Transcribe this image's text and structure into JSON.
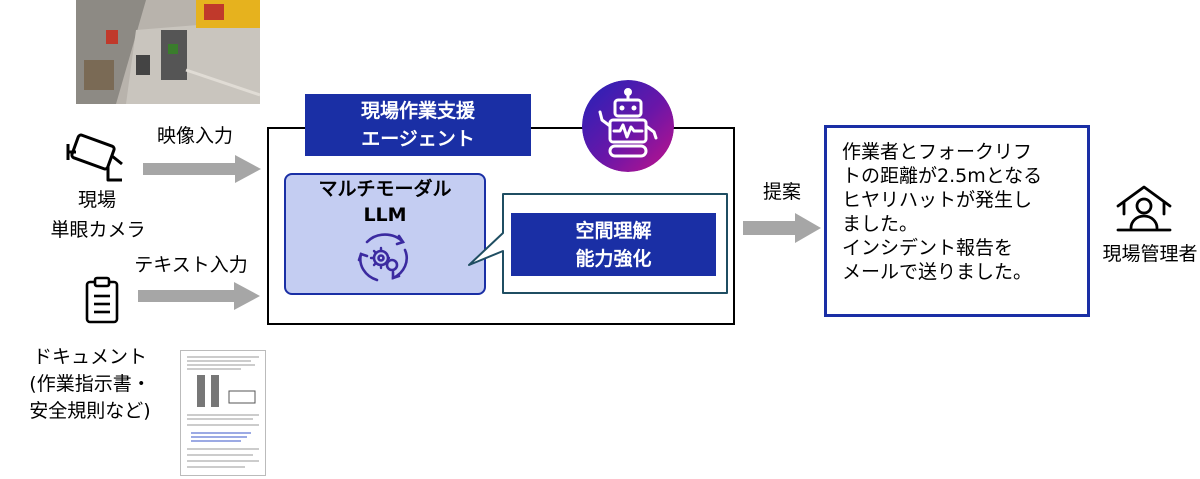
{
  "inputs": {
    "camera_label_line1": "現場",
    "camera_label_line2": "単眼カメラ",
    "video_input_label": "映像入力",
    "text_input_label": "テキスト入力",
    "document_label_line1": "ドキュメント",
    "document_label_line2": "(作業指示書・",
    "document_label_line3": "安全規則など)"
  },
  "agent": {
    "title_line1": "現場作業支援",
    "title_line2": "エージェント",
    "llm_line1": "マルチモーダル",
    "llm_line2": "LLM",
    "enhancement_line1": "空間理解",
    "enhancement_line2": "能力強化"
  },
  "output": {
    "proposal_label": "提案",
    "message_lines": [
      "作業者とフォークリフ",
      "トの距離が2.5mとなる",
      "ヒヤリハットが発生し",
      "ました。",
      "インシデント報告を",
      "メールで送りました。"
    ],
    "recipient_label": "現場管理者"
  },
  "colors": {
    "accent": "#1a2fa5",
    "llm_fill": "#c4cdf2",
    "arrow": "#a6a6a6",
    "callout_border": "#1f4e62"
  },
  "icons": [
    "security-camera-icon",
    "clipboard-icon",
    "robot-icon",
    "gears-cycle-icon",
    "site-manager-icon"
  ]
}
